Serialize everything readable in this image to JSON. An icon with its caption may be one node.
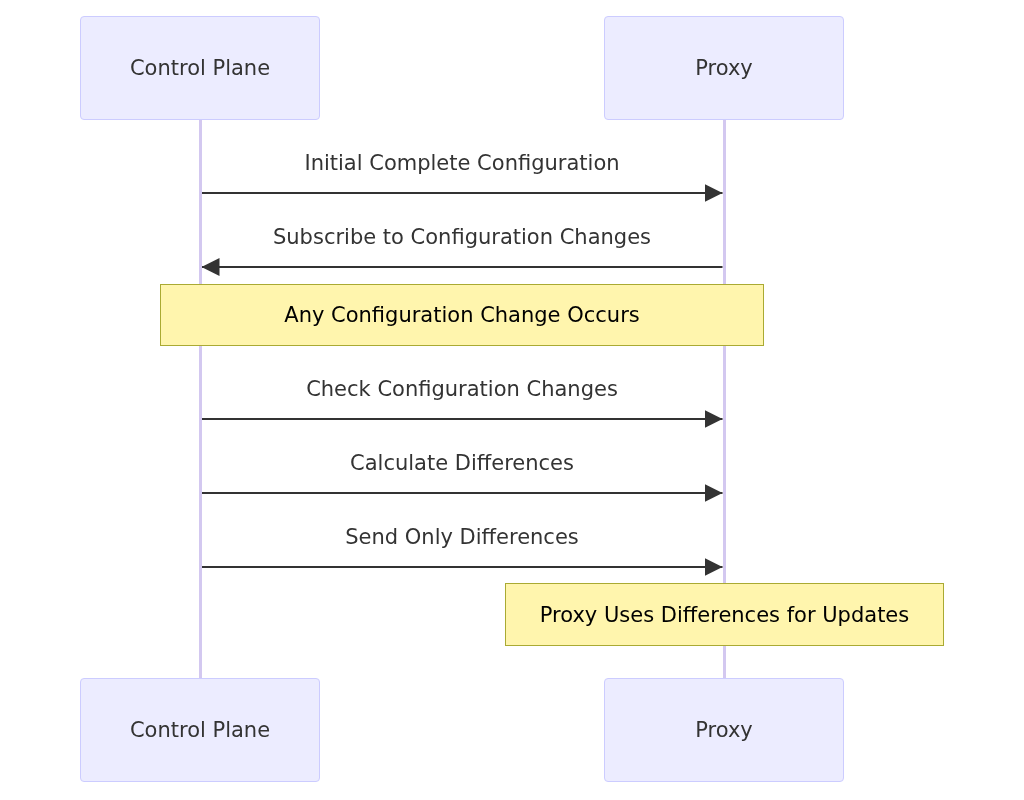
{
  "diagram": {
    "nodes": [
      {
        "text": [
          "Control Plane"
        ]
      },
      {
        "text": [
          "Proxy"
        ]
      },
      {
        "text": [
          "Control Plane"
        ]
      },
      {
        "text": [
          "Proxy"
        ]
      },
      {
        "text": [
          "Any Configuration Change Occurs"
        ]
      },
      {
        "text": [
          "Proxy Uses Differences for Updates"
        ]
      },
      {
        "text": [],
        "shape": "bar"
      },
      {
        "text": [],
        "shape": "bar"
      },
      {
        "text": [],
        "shape": "bar"
      }
    ],
    "edges": [
      {
        "from": 6,
        "to": 7,
        "arrow": "to",
        "label": "Initial Complete Configuration"
      },
      {
        "from": 7,
        "to": 6,
        "arrow": "to",
        "label": "Subscribe to Configuration Changes"
      },
      {
        "from": 6,
        "to": 7,
        "arrow": "to",
        "label": "Check Configuration Changes"
      },
      {
        "from": 6,
        "to": 7,
        "arrow": "to",
        "label": "Calculate Differences"
      },
      {
        "from": 6,
        "to": 7,
        "arrow": "to",
        "label": "Send Only Differences"
      }
    ]
  }
}
